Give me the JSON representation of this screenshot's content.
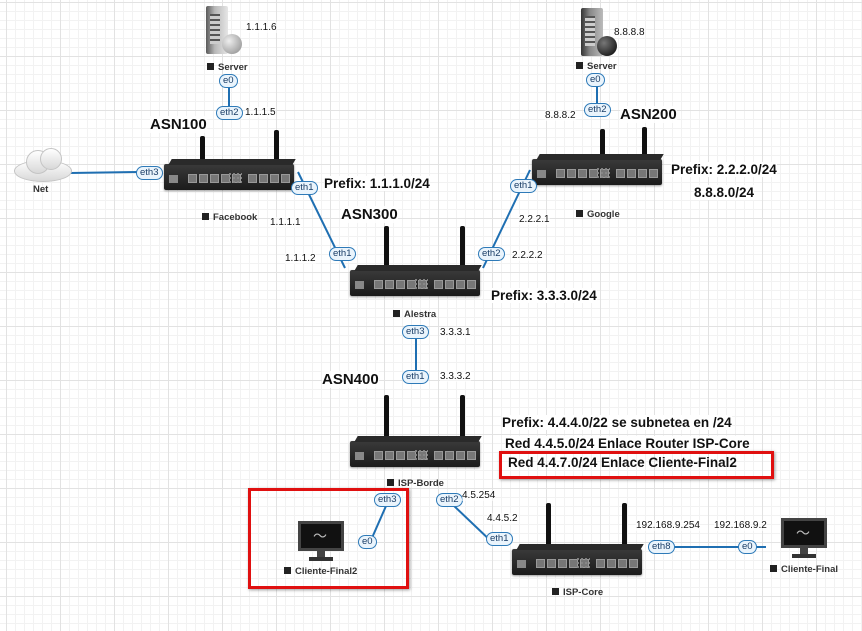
{
  "nodes": {
    "server_fb": {
      "label": "Server",
      "ip": "1.1.1.6"
    },
    "server_google": {
      "label": "Server",
      "ip": "8.8.8.8"
    },
    "net": {
      "label": "Net"
    },
    "facebook": {
      "label": "Facebook"
    },
    "google": {
      "label": "Google"
    },
    "alestra": {
      "label": "Alestra"
    },
    "isp_borde": {
      "label": "ISP-Borde"
    },
    "isp_core": {
      "label": "ISP-Core"
    },
    "cliente_final2": {
      "label": "Cliente-Final2"
    },
    "cliente_final": {
      "label": "Cliente-Final"
    }
  },
  "ports": {
    "server_fb_e0": "e0",
    "facebook_eth2": "eth2",
    "facebook_eth3": "eth3",
    "facebook_eth1": "eth1",
    "alestra_eth1": "eth1",
    "alestra_eth2": "eth2",
    "alestra_eth3": "eth3",
    "google_eth1": "eth1",
    "google_eth2": "eth2",
    "server_google_e0": "e0",
    "isp_borde_eth1": "eth1",
    "isp_borde_eth3": "eth3",
    "isp_borde_eth2": "eth2",
    "cliente_final2_e0": "e0",
    "isp_core_eth1": "eth1",
    "isp_core_eth8": "eth8",
    "cliente_final_e0": "e0"
  },
  "ips": {
    "facebook_eth2": "1.1.1.5",
    "facebook_eth1": "1.1.1.1",
    "alestra_eth1": "1.1.1.2",
    "google_eth2": "8.8.8.2",
    "google_eth1": "2.2.2.1",
    "alestra_eth2": "2.2.2.2",
    "alestra_eth3": "3.3.3.1",
    "isp_borde_eth1": "3.3.3.2",
    "isp_borde_eth2": "4.5.254",
    "isp_core_eth1": "4.4.5.2",
    "isp_core_eth8": "192.168.9.254",
    "cliente_final_e0": "192.168.9.2"
  },
  "asn": {
    "facebook": "ASN100",
    "google": "ASN200",
    "alestra": "ASN300",
    "isp_borde": "ASN400"
  },
  "annotations": {
    "facebook_prefix": "Prefix: 1.1.1.0/24",
    "google_prefix_1": "Prefix: 2.2.2.0/24",
    "google_prefix_2": "8.8.8.0/24",
    "alestra_prefix": "Prefix: 3.3.3.0/24",
    "isp_prefix": "Prefix: 4.4.4.0/22  se subnetea en /24",
    "isp_red_core": "Red 4.4.5.0/24  Enlace Router ISP-Core",
    "isp_red_cliente": "Red 4.4.7.0/24 Enlace Cliente-Final2"
  },
  "colors": {
    "link": "#1f6fb2",
    "highlight": "#e01010"
  }
}
